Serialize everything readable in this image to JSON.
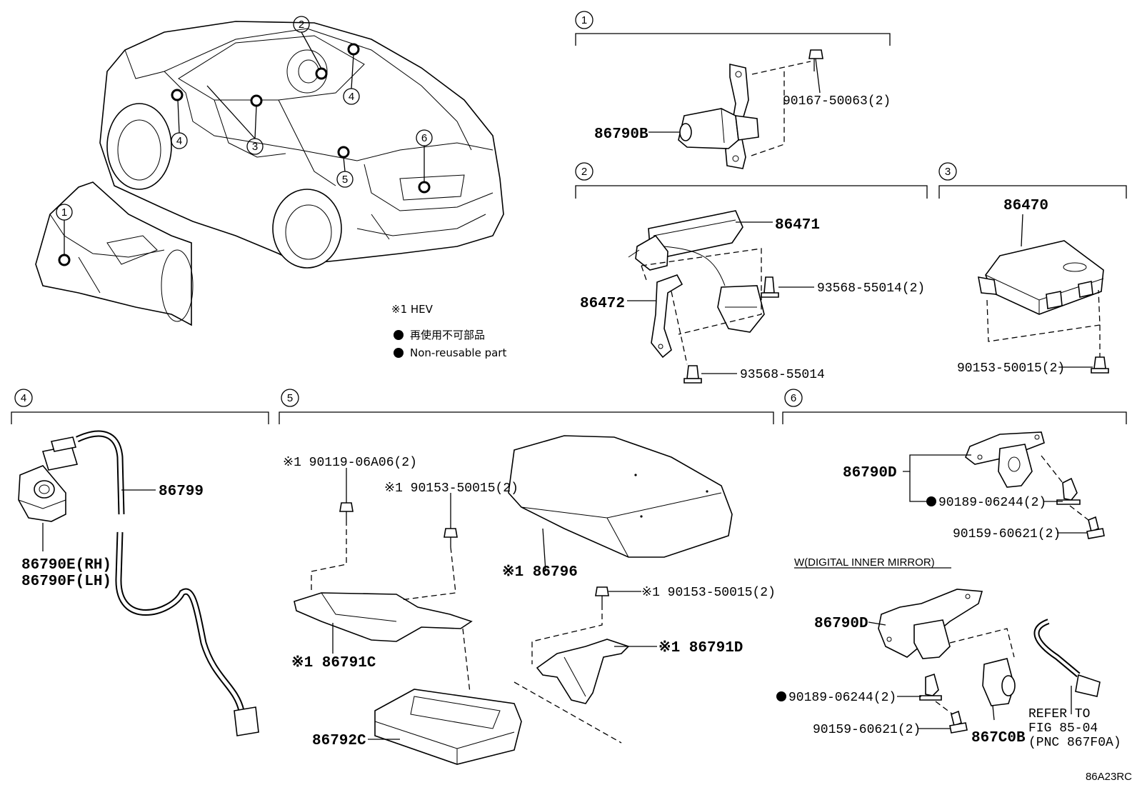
{
  "legend": {
    "note1": "※1 HEV",
    "nonreusable_jp": "再使用不可部品",
    "nonreusable_en": "Non-reusable part"
  },
  "figure_code": "86A23RC",
  "overview_markers": [
    "1",
    "2",
    "3",
    "4",
    "4",
    "5",
    "6"
  ],
  "sections": {
    "s1": {
      "number": "1",
      "parts": [
        "86790B",
        "90167-50063(2)"
      ]
    },
    "s2": {
      "number": "2",
      "parts": [
        "86471",
        "86472",
        "93568-55014(2)",
        "93568-55014"
      ]
    },
    "s3": {
      "number": "3",
      "parts": [
        "86470",
        "90153-50015(2)"
      ]
    },
    "s4": {
      "number": "4",
      "parts": [
        "86799",
        "86790E(RH)",
        "86790F(LH)"
      ]
    },
    "s5": {
      "number": "5",
      "parts": [
        "※1 90119-06A06(2)",
        "※1 90153-50015(2)",
        "※1 86796",
        "※1 90153-50015(2)",
        "※1 86791C",
        "※1 86791D",
        "86792C"
      ]
    },
    "s6": {
      "number": "6",
      "parts": [
        "86790D",
        "90189-06244(2)",
        "90159-60621(2)"
      ],
      "variant_title": "W(DIGITAL INNER MIRROR)",
      "variant_parts": [
        "86790D",
        "90189-06244(2)",
        "90159-60621(2)",
        "867C0B"
      ],
      "refer": [
        "REFER TO",
        "FIG 85-04",
        "(PNC 867F0A)"
      ]
    }
  }
}
